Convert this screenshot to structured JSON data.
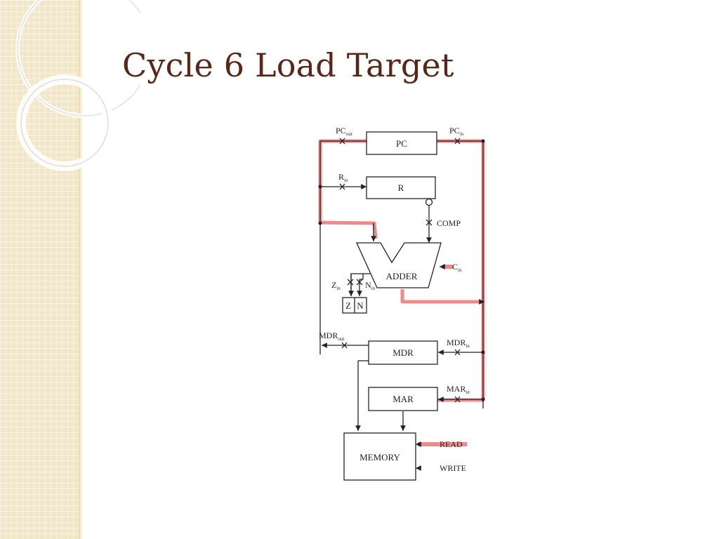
{
  "slide": {
    "title": "Cycle 6 Load Target"
  },
  "diagram": {
    "registers": {
      "pc": "PC",
      "r": "R",
      "mdr": "MDR",
      "mar": "MAR",
      "memory": "MEMORY",
      "adder": "ADDER",
      "z_flag": "Z",
      "n_flag": "N"
    },
    "signals": {
      "pc_out": {
        "main": "PC",
        "sub": "out"
      },
      "pc_in": {
        "main": "PC",
        "sub": "in"
      },
      "r_in": {
        "main": "R",
        "sub": "in"
      },
      "comp": "COMP",
      "c_in": {
        "main": "C",
        "sub": "in"
      },
      "z_in": {
        "main": "Z",
        "sub": "in"
      },
      "n_in": {
        "main": "N",
        "sub": "in"
      },
      "mdr_out": {
        "main": "MDR",
        "sub": "out"
      },
      "mdr_in": {
        "main": "MDR",
        "sub": "in"
      },
      "mar_in": {
        "main": "MAR",
        "sub": "in"
      },
      "read": "READ",
      "write": "WRITE"
    },
    "colors": {
      "highlight": "#f08a8a",
      "line": "#222222",
      "title": "#5a2618"
    }
  }
}
